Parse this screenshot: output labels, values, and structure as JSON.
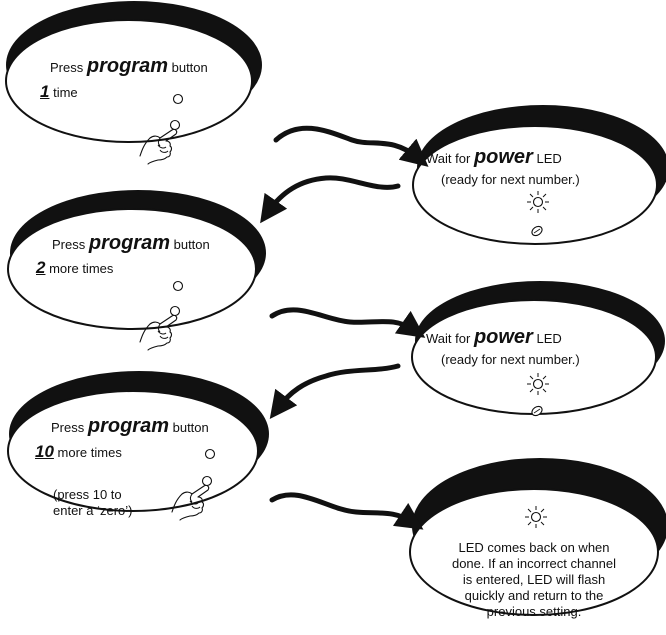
{
  "steps": [
    {
      "id": "step-1",
      "prefix": "Press",
      "emph": "program",
      "suffix": "button",
      "count": "1",
      "count_text": "time"
    },
    {
      "id": "wait-1",
      "prefix": "Wait for",
      "emph": "power",
      "suffix": "LED",
      "line2": "(ready for next number.)"
    },
    {
      "id": "step-2",
      "prefix": "Press",
      "emph": "program",
      "suffix": "button",
      "count": "2",
      "count_text": "more times"
    },
    {
      "id": "wait-2",
      "prefix": "Wait for",
      "emph": "power",
      "suffix": "LED",
      "line2": "(ready for next number.)"
    },
    {
      "id": "step-3",
      "prefix": "Press",
      "emph": "program",
      "suffix": "button",
      "count": "10",
      "count_text": "more times",
      "note_line1": "(press 10 to",
      "note_line2": "enter a ‘zero’)"
    },
    {
      "id": "done",
      "lines": [
        "LED comes back on when",
        "done.  If an incorrect channel",
        "is entered, LED will flash",
        "quickly and return to the",
        "previous setting."
      ]
    }
  ],
  "icons": [
    "hand-pressing-button-icon",
    "led-lit-icon",
    "led-off-icon",
    "curved-arrow-icon"
  ]
}
